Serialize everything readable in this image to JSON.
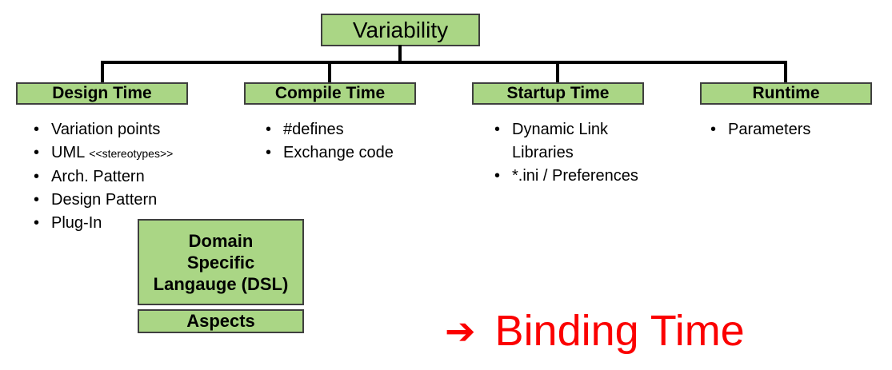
{
  "colors": {
    "box_fill": "#aad685",
    "box_border": "#3f3f3f",
    "connector": "#000000",
    "accent_red": "#fb0000",
    "text": "#000000"
  },
  "diagram": {
    "root": {
      "label": "Variability"
    },
    "bullet_char": "•",
    "columns": [
      {
        "header": "Design Time",
        "items": [
          {
            "text": "Variation points"
          },
          {
            "text": "UML",
            "suffix": "<<stereotypes>>"
          },
          {
            "text": "Arch. Pattern"
          },
          {
            "text": "Design Pattern"
          },
          {
            "text": "Plug-In"
          }
        ]
      },
      {
        "header": "Compile Time",
        "items": [
          {
            "text": "#defines"
          },
          {
            "text": "Exchange code"
          }
        ]
      },
      {
        "header": "Startup Time",
        "items": [
          {
            "text": "Dynamic Link Libraries"
          },
          {
            "text": "*.ini / Preferences"
          }
        ]
      },
      {
        "header": "Runtime",
        "items": [
          {
            "text": "Parameters"
          }
        ]
      }
    ],
    "dsl_box": {
      "line1": "Domain",
      "line2": "Specific",
      "line3": "Langauge (DSL)"
    },
    "aspects_box": {
      "label": "Aspects"
    },
    "binding_time": {
      "arrow_icon": "➔",
      "label": "Binding Time"
    }
  }
}
